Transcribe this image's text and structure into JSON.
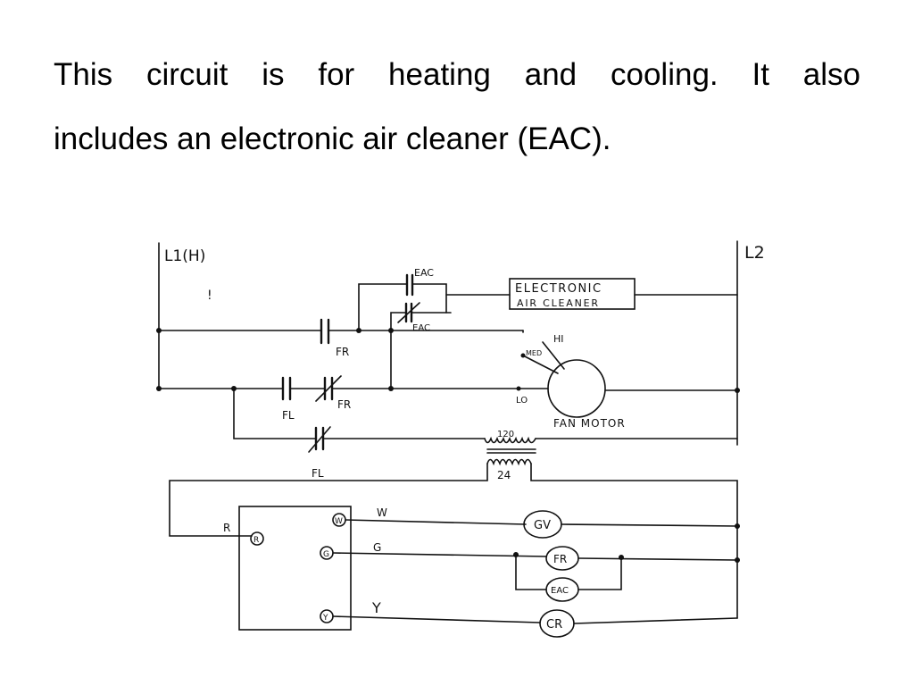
{
  "slide": {
    "line1": "This circuit is for heating and cooling.  It also",
    "line2": "includes an electronic air cleaner (EAC)."
  },
  "diagram": {
    "line_l1": "L1(H)",
    "line_l2": "L2",
    "eac_contact_top": "EAC",
    "eac_contact_bottom": "EAC",
    "eac_box_line1": "ELECTRONIC",
    "eac_box_line2": "AIR CLEANER",
    "fr_contact_1": "FR",
    "fr_contact_2": "FR",
    "fl_contact_1": "FL",
    "fl_contact_2": "FL",
    "speed_hi": "HI",
    "speed_med": "MED",
    "speed_lo": "LO",
    "fan_motor": "FAN MOTOR",
    "transformer_primary": "120",
    "transformer_secondary": "24",
    "terminal_r_label": "R",
    "terminal_w_label": "W",
    "terminal_g_label": "G",
    "terminal_y_label": "Y",
    "terminal_r": "R",
    "terminal_w": "W",
    "terminal_g": "G",
    "terminal_y": "Y",
    "coil_gv": "GV",
    "coil_fr": "FR",
    "coil_eac": "EAC",
    "coil_cr": "CR",
    "stray_mark": "!"
  }
}
